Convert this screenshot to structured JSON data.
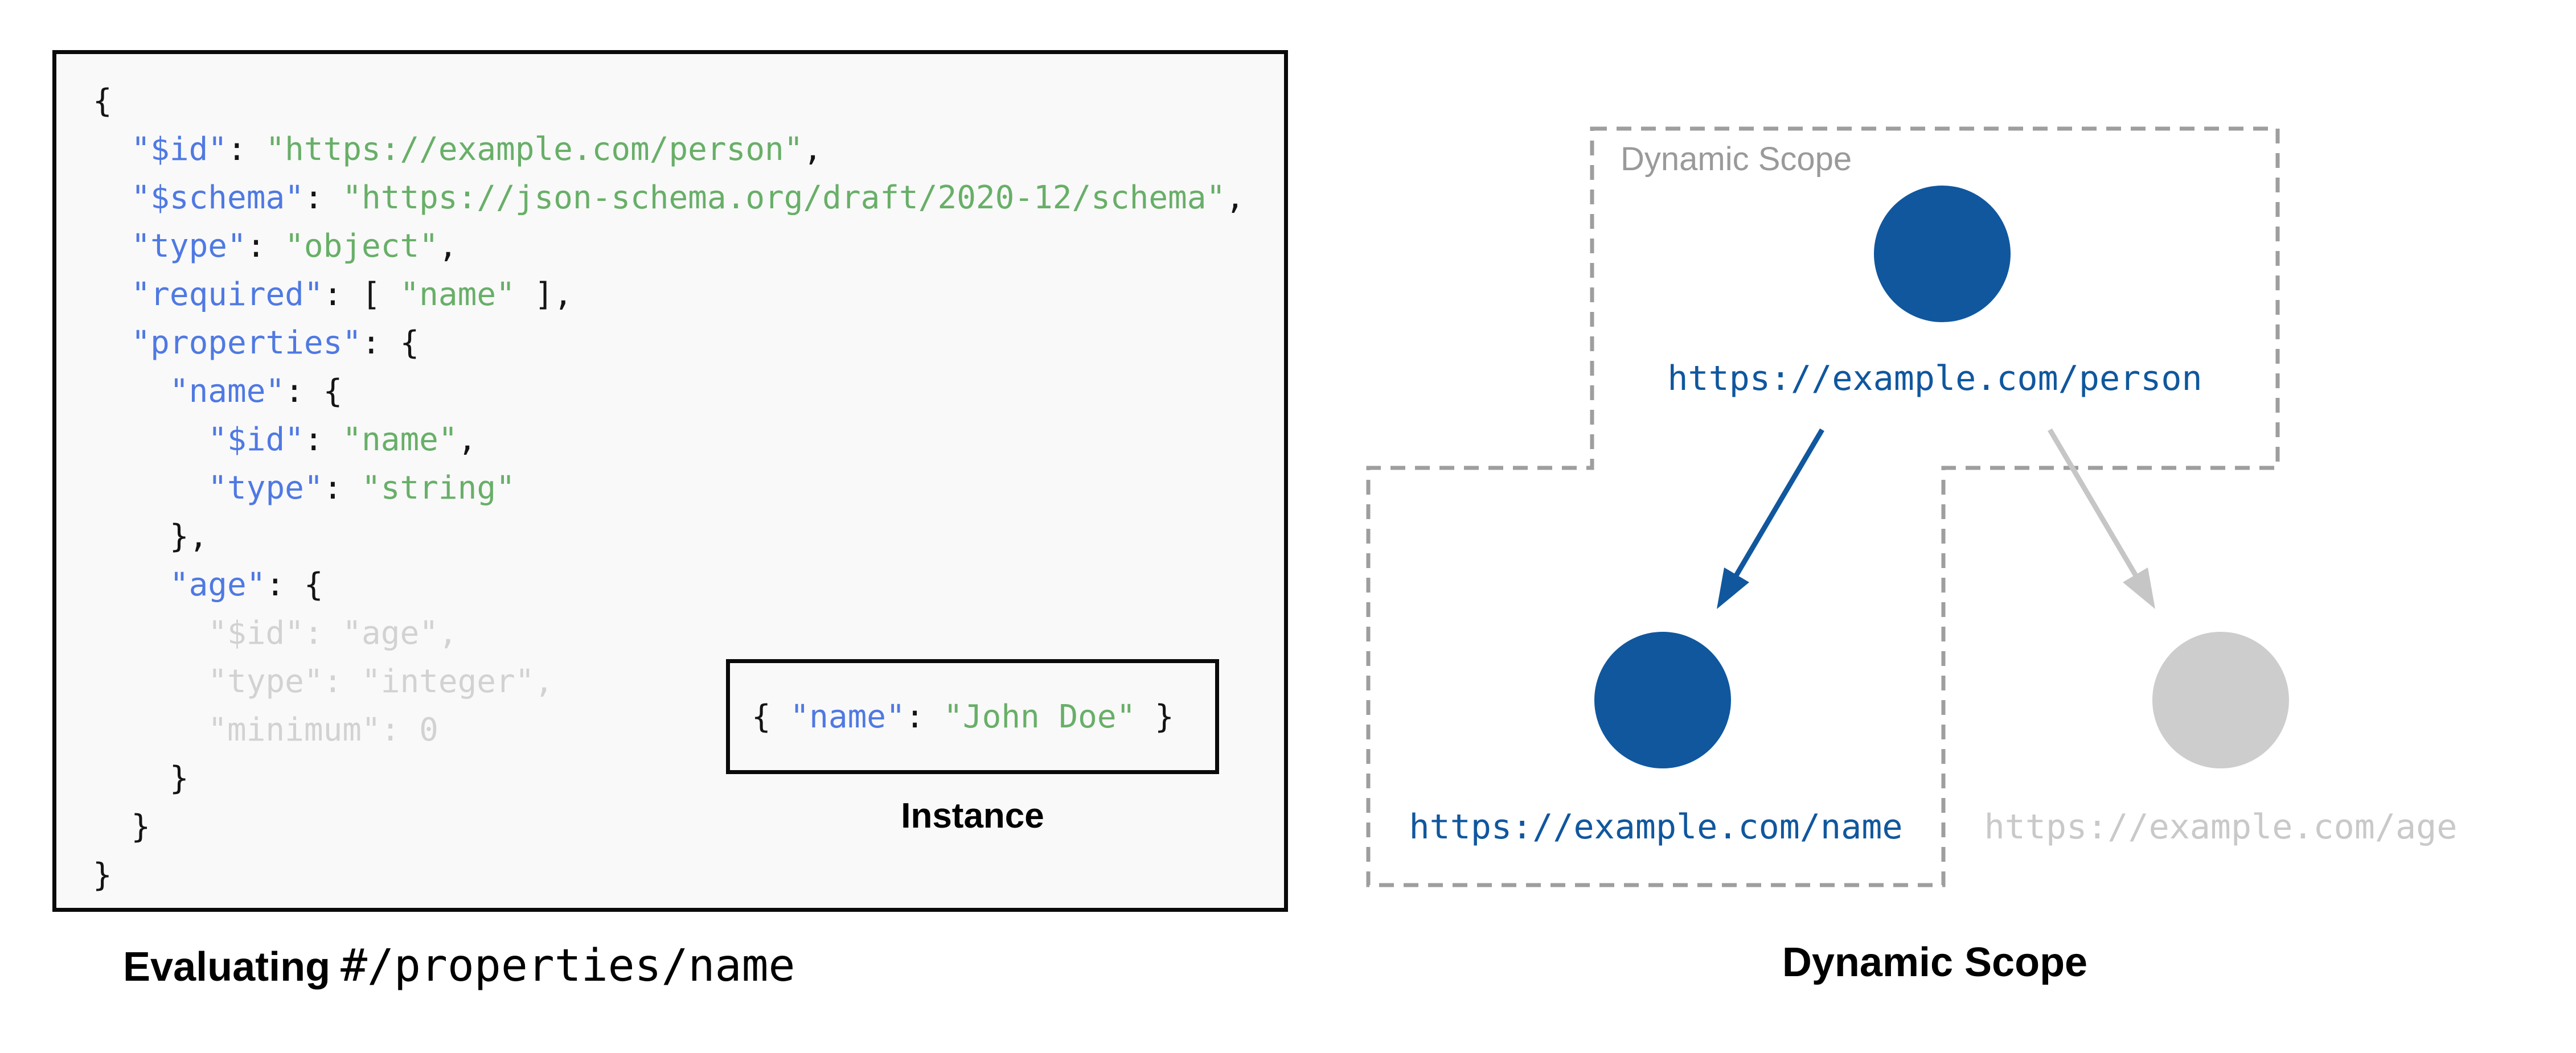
{
  "colors": {
    "key_blue": "#4F79E3",
    "string_green": "#68AF68",
    "dim_gray": "#D2D2D2",
    "punct_black": "#141414",
    "panel_bg": "#F9F9F9",
    "panel_border": "#0A0A0A",
    "node_blue": "#10579E",
    "node_gray": "#CDCDCD",
    "url_blue": "#10579E",
    "url_gray": "#C9C9C9",
    "dashed_gray": "#9E9E9E",
    "scope_label_gray": "#9A9A9A",
    "arrow_blue": "#10579E",
    "arrow_gray": "#C6C6C6",
    "caption_black": "#000000"
  },
  "schema_panel": {
    "code_lines": [
      [
        [
          "pl",
          "{"
        ]
      ],
      [
        [
          "pl",
          "  "
        ],
        [
          "key",
          "\"$id\""
        ],
        [
          "pl",
          ": "
        ],
        [
          "str",
          "\"https://example.com/person\""
        ],
        [
          "pl",
          ","
        ]
      ],
      [
        [
          "pl",
          "  "
        ],
        [
          "key",
          "\"$schema\""
        ],
        [
          "pl",
          ": "
        ],
        [
          "str",
          "\"https://json-schema.org/draft/2020-12/schema\""
        ],
        [
          "pl",
          ","
        ]
      ],
      [
        [
          "pl",
          "  "
        ],
        [
          "key",
          "\"type\""
        ],
        [
          "pl",
          ": "
        ],
        [
          "str",
          "\"object\""
        ],
        [
          "pl",
          ","
        ]
      ],
      [
        [
          "pl",
          "  "
        ],
        [
          "key",
          "\"required\""
        ],
        [
          "pl",
          ": [ "
        ],
        [
          "str",
          "\"name\""
        ],
        [
          "pl",
          " ],"
        ]
      ],
      [
        [
          "pl",
          "  "
        ],
        [
          "key",
          "\"properties\""
        ],
        [
          "pl",
          ": {"
        ]
      ],
      [
        [
          "pl",
          "    "
        ],
        [
          "key",
          "\"name\""
        ],
        [
          "pl",
          ": {"
        ]
      ],
      [
        [
          "pl",
          "      "
        ],
        [
          "key",
          "\"$id\""
        ],
        [
          "pl",
          ": "
        ],
        [
          "str",
          "\"name\""
        ],
        [
          "pl",
          ","
        ]
      ],
      [
        [
          "pl",
          "      "
        ],
        [
          "key",
          "\"type\""
        ],
        [
          "pl",
          ": "
        ],
        [
          "str",
          "\"string\""
        ]
      ],
      [
        [
          "pl",
          "    },"
        ]
      ],
      [
        [
          "pl",
          "    "
        ],
        [
          "key",
          "\"age\""
        ],
        [
          "pl",
          ": {"
        ]
      ],
      [
        [
          "dim",
          "      \"$id\": \"age\","
        ]
      ],
      [
        [
          "dim",
          "      \"type\": \"integer\","
        ]
      ],
      [
        [
          "dim",
          "      \"minimum\": 0"
        ]
      ],
      [
        [
          "pl",
          "    }"
        ]
      ],
      [
        [
          "pl",
          "  }"
        ]
      ],
      [
        [
          "pl",
          "}"
        ]
      ]
    ],
    "instance_box": {
      "line": [
        [
          [
            "pl",
            "{ "
          ],
          [
            "key",
            "\"name\""
          ],
          [
            "pl",
            ": "
          ],
          [
            "str",
            "\"John Doe\""
          ],
          [
            "pl",
            " }"
          ]
        ]
      ],
      "label": "Instance"
    },
    "caption": {
      "bold": "Evaluating",
      "path": "#/properties/name"
    }
  },
  "diagram": {
    "scope_region_label": "Dynamic Scope",
    "nodes": {
      "person": {
        "url": "https://example.com/person"
      },
      "name": {
        "url": "https://example.com/name"
      },
      "age": {
        "url": "https://example.com/age"
      }
    },
    "caption": "Dynamic Scope"
  }
}
